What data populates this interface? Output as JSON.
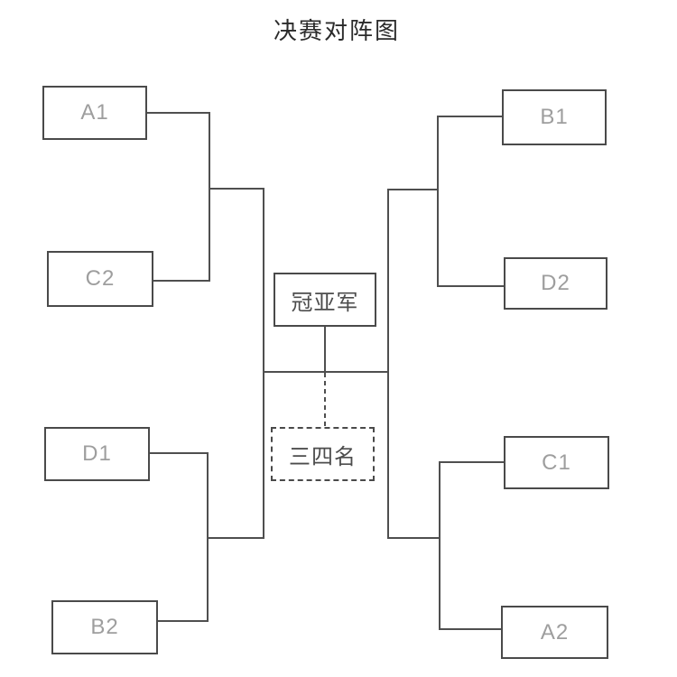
{
  "title": "决赛对阵图",
  "teams": {
    "a1": "A1",
    "c2": "C2",
    "d1": "D1",
    "b2": "B2",
    "b1": "B1",
    "d2": "D2",
    "c1": "C1",
    "a2": "A2"
  },
  "final": {
    "label": "冠亚军"
  },
  "third_place": {
    "label": "三四名"
  },
  "colors": {
    "background": "#ffffff",
    "line": "#4f4f4f",
    "box_border": "#4a4a4a",
    "team_text": "#9e9e9e",
    "center_text": "#4d4d4d",
    "title_text": "#2b2b2b"
  }
}
